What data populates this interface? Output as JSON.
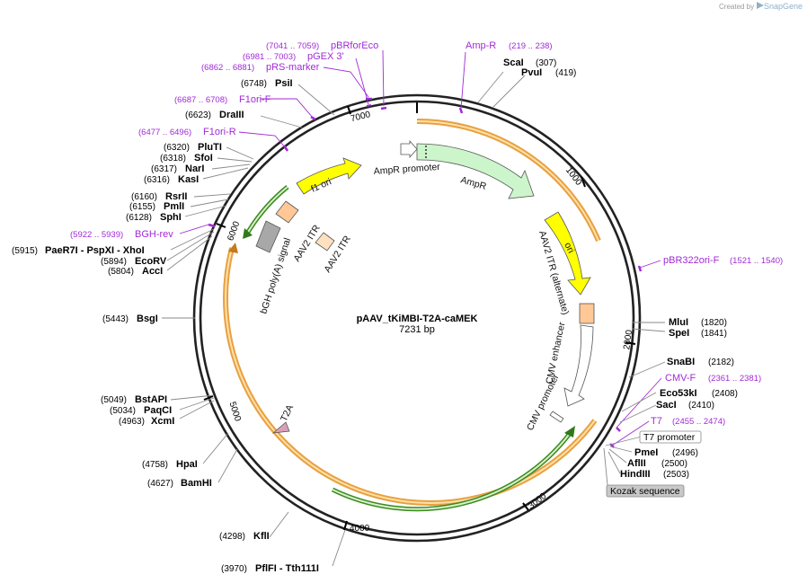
{
  "credit": {
    "created_by": "Created by",
    "brand": "SnapGene"
  },
  "plasmid": {
    "name": "pAAV_tKiMBI-T2A-caMEK",
    "length_label": "7231 bp",
    "length": 7231
  },
  "ticks": [
    "1000",
    "2000",
    "3000",
    "4000",
    "5000",
    "6000",
    "7000"
  ],
  "features": [
    {
      "label": "AmpR promoter",
      "color": "#ffffff"
    },
    {
      "label": "AmpR",
      "color": "#ccf5cc"
    },
    {
      "label": "ori",
      "color": "#ffff00"
    },
    {
      "label": "AAV2 ITR (alternate)",
      "color": "#ffc896"
    },
    {
      "label": "CMV enhancer",
      "color": "#ffffff"
    },
    {
      "label": "CMV promoter",
      "color": "#ffffff"
    },
    {
      "label": "T2A",
      "color": "#d8a0b8"
    },
    {
      "label": "bGH poly(A) signal",
      "color": "#a8a8a8"
    },
    {
      "label": "AAV2 ITR",
      "color": "#ffc896"
    },
    {
      "label": "AAV2 ITR",
      "color": "#ffe0c0"
    },
    {
      "label": "f1 ori",
      "color": "#ffff00"
    }
  ],
  "sites": [
    {
      "name": "ScaI",
      "pos": "(307)"
    },
    {
      "name": "PvuI",
      "pos": "(419)"
    },
    {
      "name": "MluI",
      "pos": "(1820)"
    },
    {
      "name": "SpeI",
      "pos": "(1841)"
    },
    {
      "name": "SnaBI",
      "pos": "(2182)"
    },
    {
      "name": "Eco53kI",
      "pos": "(2408)"
    },
    {
      "name": "SacI",
      "pos": "(2410)"
    },
    {
      "name": "PmeI",
      "pos": "(2496)"
    },
    {
      "name": "AflII",
      "pos": "(2500)"
    },
    {
      "name": "HindIII",
      "pos": "(2503)"
    },
    {
      "name": "KflI",
      "pos": "(4298)"
    },
    {
      "name": "PflFI - Tth111I",
      "pos": "(3970)"
    },
    {
      "name": "BamHI",
      "pos": "(4627)"
    },
    {
      "name": "HpaI",
      "pos": "(4758)"
    },
    {
      "name": "XcmI",
      "pos": "(4963)"
    },
    {
      "name": "PaqCI",
      "pos": "(5034)"
    },
    {
      "name": "BstAPI",
      "pos": "(5049)"
    },
    {
      "name": "BsgI",
      "pos": "(5443)"
    },
    {
      "name": "AccI",
      "pos": "(5804)"
    },
    {
      "name": "EcoRV",
      "pos": "(5894)"
    },
    {
      "name": "PaeR7I - PspXI - XhoI",
      "pos": "(5915)"
    },
    {
      "name": "SphI",
      "pos": "(6128)"
    },
    {
      "name": "PmlI",
      "pos": "(6155)"
    },
    {
      "name": "RsrII",
      "pos": "(6160)"
    },
    {
      "name": "KasI",
      "pos": "(6316)"
    },
    {
      "name": "NarI",
      "pos": "(6317)"
    },
    {
      "name": "SfoI",
      "pos": "(6318)"
    },
    {
      "name": "PluTI",
      "pos": "(6320)"
    },
    {
      "name": "DraIII",
      "pos": "(6623)"
    },
    {
      "name": "PsiI",
      "pos": "(6748)"
    }
  ],
  "primers": [
    {
      "name": "Amp-R",
      "pos": "(219 .. 238)"
    },
    {
      "name": "pBR322ori-F",
      "pos": "(1521 .. 1540)"
    },
    {
      "name": "CMV-F",
      "pos": "(2361 .. 2381)"
    },
    {
      "name": "T7",
      "pos": "(2455 .. 2474)"
    },
    {
      "name": "BGH-rev",
      "pos": "(5922 .. 5939)"
    },
    {
      "name": "F1ori-R",
      "pos": "(6477 .. 6496)"
    },
    {
      "name": "F1ori-F",
      "pos": "(6687 .. 6708)"
    },
    {
      "name": "pRS-marker",
      "pos": "(6862 .. 6881)"
    },
    {
      "name": "pGEX 3'",
      "pos": "(6981 .. 7003)"
    },
    {
      "name": "pBRforEco",
      "pos": "(7041 .. 7059)"
    }
  ],
  "boxed_features": [
    {
      "label": "T7 promoter",
      "fill": "#ffffff"
    },
    {
      "label": "Kozak sequence",
      "fill": "#c8c8c8"
    }
  ]
}
